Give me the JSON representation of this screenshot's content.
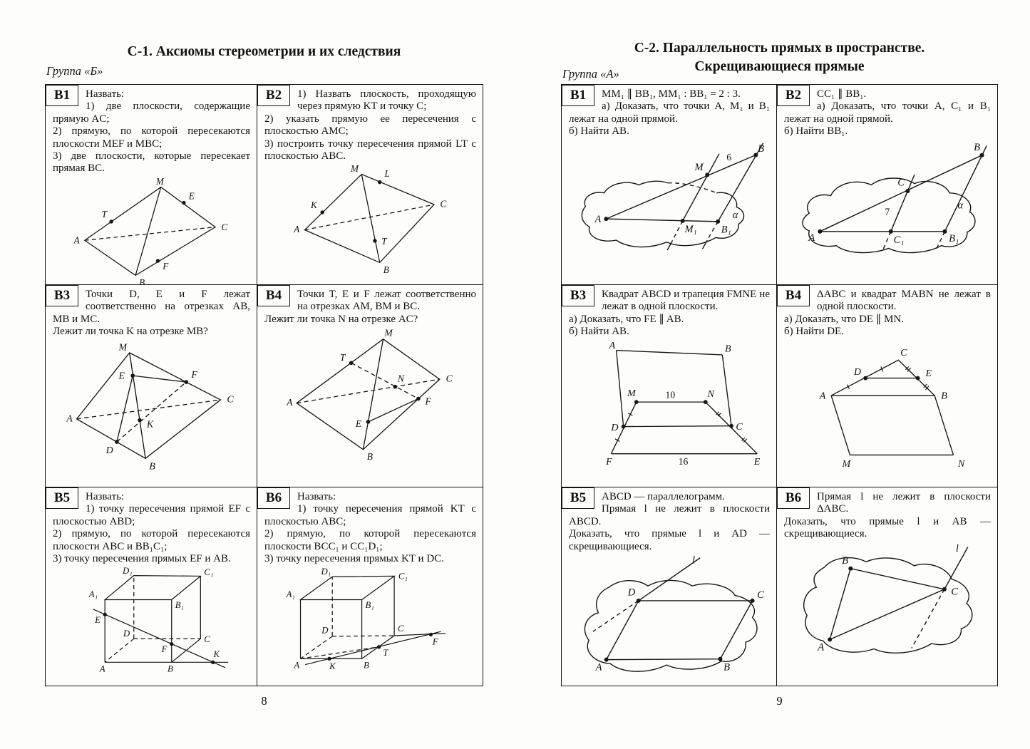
{
  "left_page": {
    "title": "С-1. Аксиомы стереометрии и их следствия",
    "group": "Группа «Б»",
    "page_number": "8",
    "problems": {
      "b1": {
        "id": "В1",
        "lines": [
          "Назвать:",
          "1) две плоскости, содержащие прямую AC;",
          "2) прямую, по которой пересекаются плоскости MEF и MBC;",
          "3) две плоскости, которые пересекает прямая BC."
        ],
        "labels": {
          "A": "A",
          "B": "B",
          "C": "C",
          "M": "M",
          "T": "T",
          "E": "E",
          "F": "F"
        }
      },
      "b2": {
        "id": "В2",
        "lines": [
          "1) Назвать плоскость, проходящую через прямую KT и точку C;",
          "2) указать прямую ее пересечения с плоскостью AMC;",
          "3) построить точку пересечения прямой LT с плоскостью ABC."
        ],
        "labels": {
          "A": "A",
          "B": "B",
          "C": "C",
          "M": "M",
          "K": "K",
          "L": "L",
          "T": "T"
        }
      },
      "b3": {
        "id": "В3",
        "lines": [
          "Точки D, E и F лежат соответственно на отрезках AB, MB и MC.",
          "Лежит ли точка K на отрезке MB?"
        ],
        "labels": {
          "A": "A",
          "B": "B",
          "C": "C",
          "M": "M",
          "D": "D",
          "E": "E",
          "F": "F",
          "K": "K"
        }
      },
      "b4": {
        "id": "В4",
        "lines": [
          "Точки T, E и F лежат соответственно на отрезках AM, BM и BC.",
          "Лежит ли точка N на отрезке AC?"
        ],
        "labels": {
          "A": "A",
          "B": "B",
          "C": "C",
          "M": "M",
          "T": "T",
          "N": "N",
          "E": "E",
          "F": "F"
        }
      },
      "b5": {
        "id": "В5",
        "lines": [
          "Назвать:",
          "1) точку пересечения прямой EF с плоскостью ABD;",
          "2) прямую, по которой пересекаются плоскости ABC и BB₁C₁;",
          "3) точку пересечения прямых EF и AB."
        ],
        "labels": {
          "A": "A",
          "B": "B",
          "C": "C",
          "D": "D",
          "A1": "A₁",
          "B1": "B₁",
          "C1": "C₁",
          "D1": "D₁",
          "E": "E",
          "F": "F",
          "K": "K"
        }
      },
      "b6": {
        "id": "В6",
        "lines": [
          "Назвать:",
          "1) точку пересечения прямой KT с плоскостью ABC;",
          "2) прямую, по которой пересекаются плоскости BCC₁ и CC₁D₁;",
          "3) точку пересечения прямых KT и DC."
        ],
        "labels": {
          "A": "A",
          "B": "B",
          "C": "C",
          "D": "D",
          "A1": "A₁",
          "B1": "B₁",
          "C1": "C₁",
          "D1": "D₁",
          "K": "K",
          "T": "T",
          "F": "F"
        }
      }
    }
  },
  "right_page": {
    "title_line1": "С-2. Параллельность прямых в пространстве.",
    "title_line2": "Скрещивающиеся прямые",
    "group": "Группа «А»",
    "page_number": "9",
    "problems": {
      "b1": {
        "id": "В1",
        "lines": [
          "MM₁ ∥ BB₁, MM₁ : BB₁ = 2 : 3.",
          "а) Доказать, что точки A, M₁ и B₁ лежат на одной прямой.",
          "б) Найти AB."
        ],
        "labels": {
          "A": "A",
          "B": "B",
          "M": "M",
          "M1": "M₁",
          "B1": "B₁",
          "alpha": "α",
          "len": "6"
        }
      },
      "b2": {
        "id": "В2",
        "lines": [
          "CC₁ ∥ BB₁.",
          "а) Доказать, что точки A, C₁ и B₁ лежат на одной прямой.",
          "б) Найти BB₁."
        ],
        "labels": {
          "A": "A",
          "B": "B",
          "C": "C",
          "C1": "C₁",
          "B1": "B₁",
          "alpha": "α",
          "len": "7"
        }
      },
      "b3": {
        "id": "В3",
        "lines": [
          "Квадрат ABCD и трапеция FMNE не лежат в одной плоскости.",
          "а) Доказать, что FE ∥ AB.",
          "б) Найти AB."
        ],
        "labels": {
          "A": "A",
          "B": "B",
          "C": "C",
          "D": "D",
          "M": "M",
          "N": "N",
          "F": "F",
          "E": "E",
          "mn": "10",
          "fe": "16"
        }
      },
      "b4": {
        "id": "В4",
        "lines": [
          "ΔABC и квадрат MABN не лежат в одной плоскости.",
          "а) Доказать, что DE ∥ MN.",
          "б) Найти DE."
        ],
        "labels": {
          "A": "A",
          "B": "B",
          "C": "C",
          "D": "D",
          "E": "E",
          "M": "M",
          "N": "N"
        }
      },
      "b5": {
        "id": "В5",
        "lines": [
          "ABCD — параллелограмм.",
          "Прямая l не лежит в плоскости ABCD.",
          "Доказать, что прямые l и AD — скрещивающиеся."
        ],
        "labels": {
          "A": "A",
          "B": "B",
          "C": "C",
          "D": "D",
          "l": "l"
        }
      },
      "b6": {
        "id": "В6",
        "lines": [
          "Прямая l не лежит в плоскости ΔABC.",
          "Доказать, что прямые l и AB — скрещивающиеся."
        ],
        "labels": {
          "A": "A",
          "B": "B",
          "C": "C",
          "l": "l"
        }
      }
    }
  }
}
